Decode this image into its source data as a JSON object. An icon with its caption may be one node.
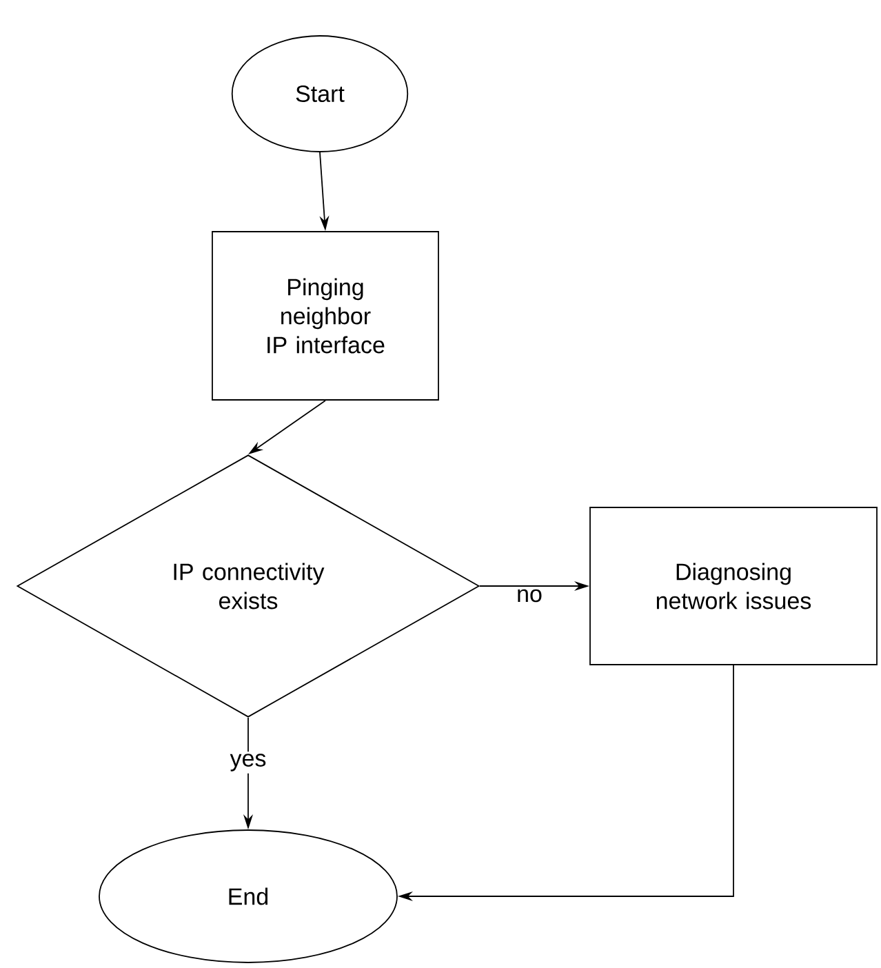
{
  "diagram": {
    "nodes": [
      {
        "text": [
          "Start"
        ]
      },
      {
        "text": [
          "Pinging neighbor IP interface"
        ]
      },
      {
        "text": [
          "IP connectivity exists"
        ]
      },
      {
        "text": [
          "Diagnosing network issues"
        ]
      },
      {
        "text": [
          "End"
        ]
      }
    ],
    "edges": [
      {
        "from": 0,
        "to": 1,
        "arrow": "to"
      },
      {
        "from": 1,
        "to": 2,
        "arrow": "to"
      },
      {
        "from": 2,
        "to": 3,
        "arrow": "to",
        "label": "no"
      },
      {
        "from": 2,
        "to": 4,
        "arrow": "to",
        "label": "yes"
      },
      {
        "from": 3,
        "to": 4,
        "arrow": "to"
      }
    ]
  }
}
